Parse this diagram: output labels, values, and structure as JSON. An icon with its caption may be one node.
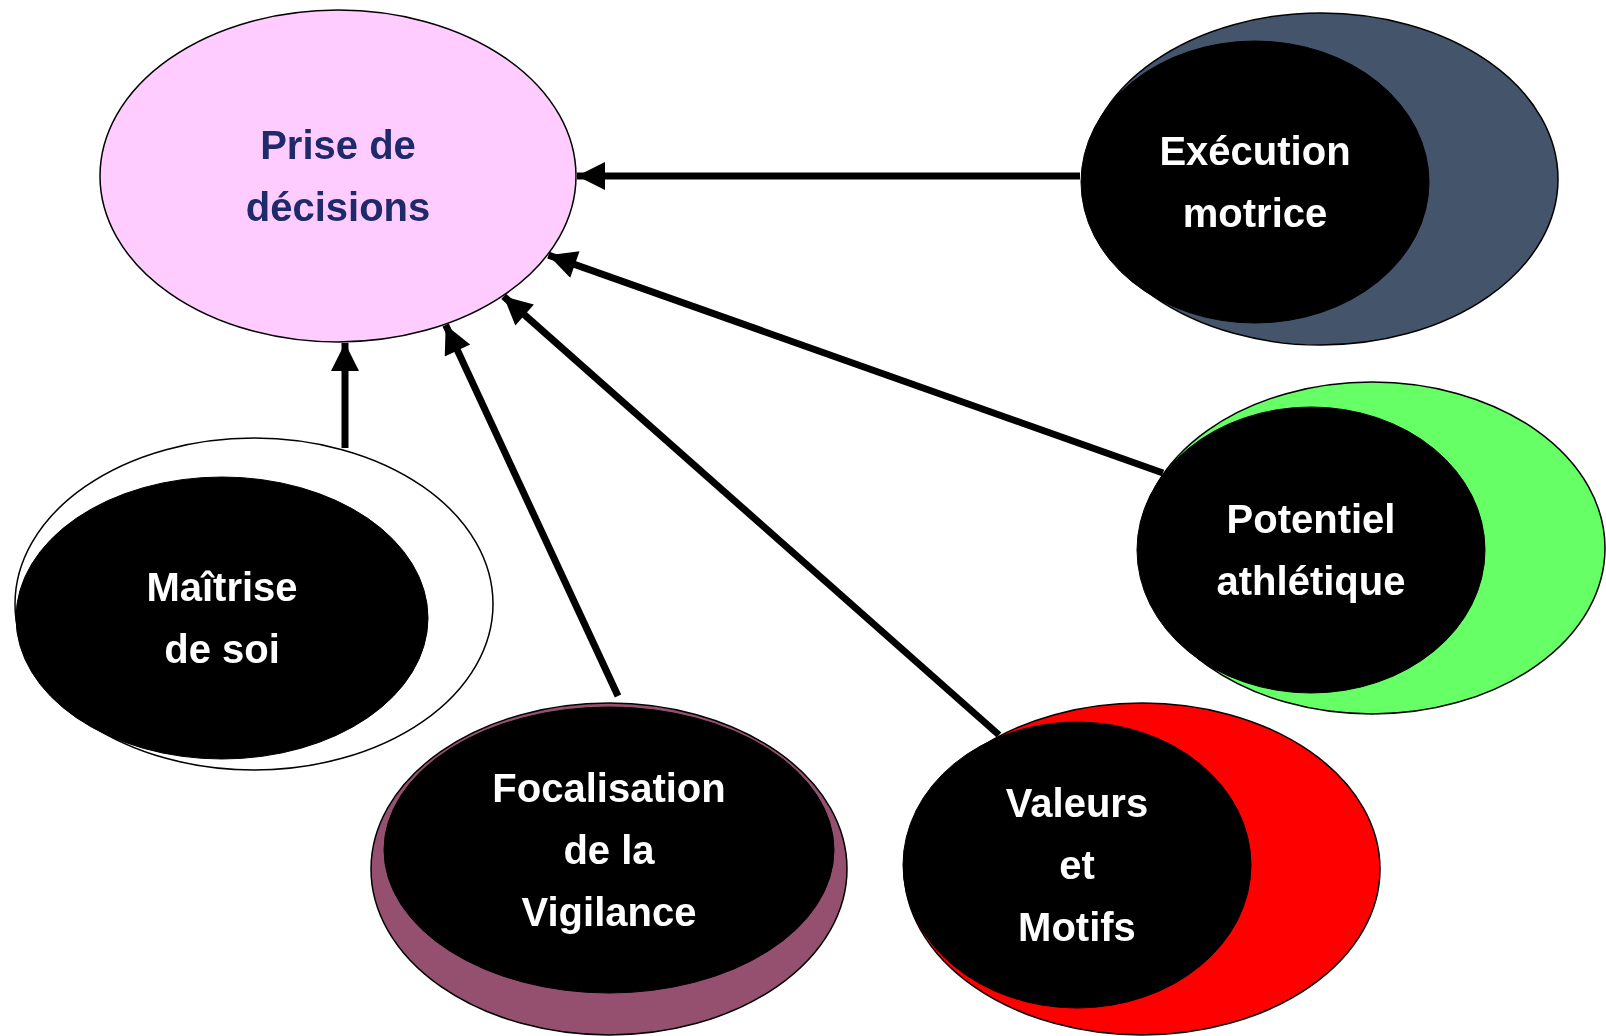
{
  "diagram": {
    "nodes": [
      {
        "text": [
          "Prise de décisions"
        ]
      },
      {
        "text": [
          "Exécution motrice"
        ]
      },
      {
        "text": [
          "Potentiel athlétique"
        ]
      },
      {
        "text": [
          "Maîtrise de soi"
        ]
      },
      {
        "text": [
          "Focalisation de la Vigilance"
        ]
      },
      {
        "text": [
          "Valeurs et Motifs"
        ]
      }
    ],
    "edges": [
      {
        "from": 1,
        "to": 0,
        "arrow": "to"
      },
      {
        "from": 2,
        "to": 0,
        "arrow": "to"
      },
      {
        "from": 3,
        "to": 0,
        "arrow": "to"
      },
      {
        "from": 4,
        "to": 0,
        "arrow": "to"
      },
      {
        "from": 5,
        "to": 0,
        "arrow": "to"
      }
    ]
  }
}
